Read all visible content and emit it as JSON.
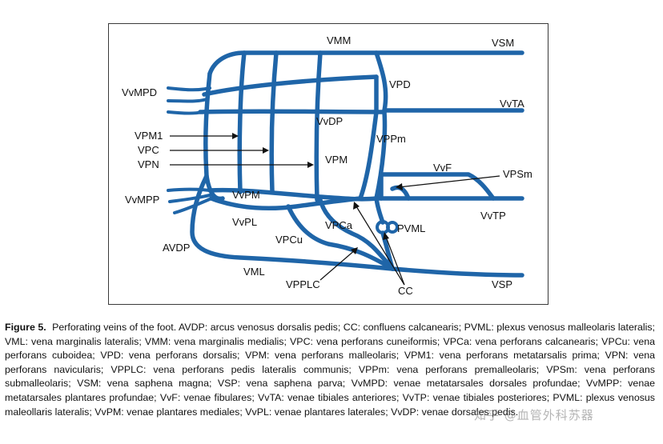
{
  "figure": {
    "label": "Figure 5.",
    "caption": "Perforating veins of the foot. AVDP: arcus venosus dorsalis pedis; CC: confluens calcanearis; PVML: plexus venosus malleolaris lateralis; VML: vena marginalis lateralis; VMM: vena marginalis medialis; VPC: vena perforans cuneiformis; VPCa: vena perforans calcanearis; VPCu: vena perforans cuboidea; VPD: vena perforans dorsalis; VPM: vena perforans malleolaris; VPM1: vena perforans metatarsalis prima; VPN: vena perforans navicularis; VPPLC: vena perforans pedis lateralis communis; VPPm: vena perforans premalleolaris; VPSm: vena perforans submalleolaris; VSM: vena saphena magna; VSP: vena saphena parva; VvMPD: venae metatarsales dorsales profundae; VvMPP: venae metatarsales plantares profundae; VvF: venae fibulares; VvTA: venae tibiales anteriores; VvTP: venae tibiales posteriores; PVML: plexus venosus maleollaris lateralis; VvPM: venae plantares mediales; VvPL: venae plantares laterales; VvDP: venae dorsales pedis."
  },
  "diagram_labels": {
    "vmm": "VMM",
    "vsm": "VSM",
    "vvmpd": "VvMPD",
    "vpd": "VPD",
    "vvta": "VvTA",
    "vvdp": "VvDP",
    "vppm": "VPPm",
    "vpm1": "VPM1",
    "vpc": "VPC",
    "vpm": "VPM",
    "vpn": "VPN",
    "vvf": "VvF",
    "vpsm": "VPSm",
    "vvpm": "VvPM",
    "vvmpp": "VvMPP",
    "vvtp": "VvTP",
    "vvpl": "VvPL",
    "vpca": "VPCa",
    "pvml": "PVML",
    "vpcu": "VPCu",
    "avdp": "AVDP",
    "vml": "VML",
    "vpplc": "VPPLC",
    "cc": "CC",
    "vsp": "VSP"
  },
  "watermark": "知乎 @血管外科苏器",
  "colors": {
    "vein": "#1f65a8",
    "text": "#111111",
    "frame": "#3a3a3a"
  }
}
